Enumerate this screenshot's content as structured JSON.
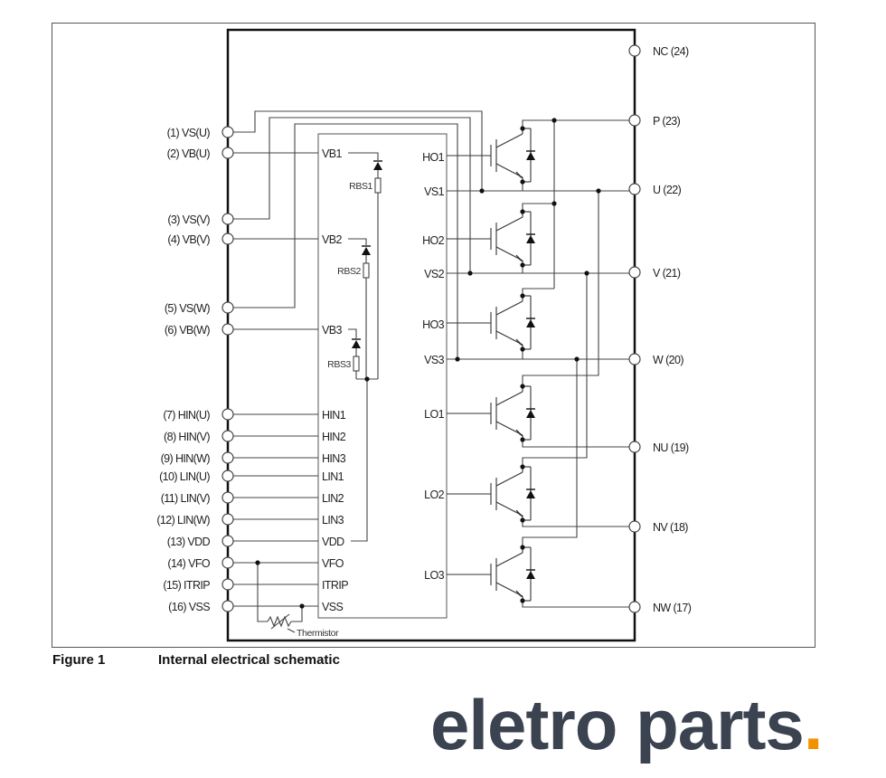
{
  "figure": {
    "number": "Figure 1",
    "title": "Internal electrical schematic"
  },
  "left_pins": [
    {
      "label": "(1) VS(U)"
    },
    {
      "label": "(2) VB(U)"
    },
    {
      "label": "(3) VS(V)"
    },
    {
      "label": "(4) VB(V)"
    },
    {
      "label": "(5) VS(W)"
    },
    {
      "label": "(6) VB(W)"
    },
    {
      "label": "(7) HIN(U)"
    },
    {
      "label": "(8) HIN(V)"
    },
    {
      "label": "(9) HIN(W)"
    },
    {
      "label": "(10) LIN(U)"
    },
    {
      "label": "(11) LIN(V)"
    },
    {
      "label": "(12) LIN(W)"
    },
    {
      "label": "(13) VDD"
    },
    {
      "label": "(14) VFO"
    },
    {
      "label": "(15) ITRIP"
    },
    {
      "label": "(16) VSS"
    }
  ],
  "right_pins": [
    {
      "label": "NC (24)"
    },
    {
      "label": "P (23)"
    },
    {
      "label": "U (22)"
    },
    {
      "label": "V (21)"
    },
    {
      "label": "W (20)"
    },
    {
      "label": "NU (19)"
    },
    {
      "label": "NV (18)"
    },
    {
      "label": "NW (17)"
    }
  ],
  "ic_left_labels": [
    "VB1",
    "VB2",
    "VB3",
    "HIN1",
    "HIN2",
    "HIN3",
    "LIN1",
    "LIN2",
    "LIN3",
    "VDD",
    "VFO",
    "ITRIP",
    "VSS"
  ],
  "ic_right_labels": [
    "HO1",
    "VS1",
    "HO2",
    "VS2",
    "HO3",
    "VS3",
    "LO1",
    "LO2",
    "LO3"
  ],
  "resistors": [
    "RBS1",
    "RBS2",
    "RBS3"
  ],
  "thermistor_label": "Thermistor",
  "logo": {
    "text": "eletro parts",
    "dot": ".",
    "text_color": "#3c4350",
    "dot_color": "#f39200"
  }
}
